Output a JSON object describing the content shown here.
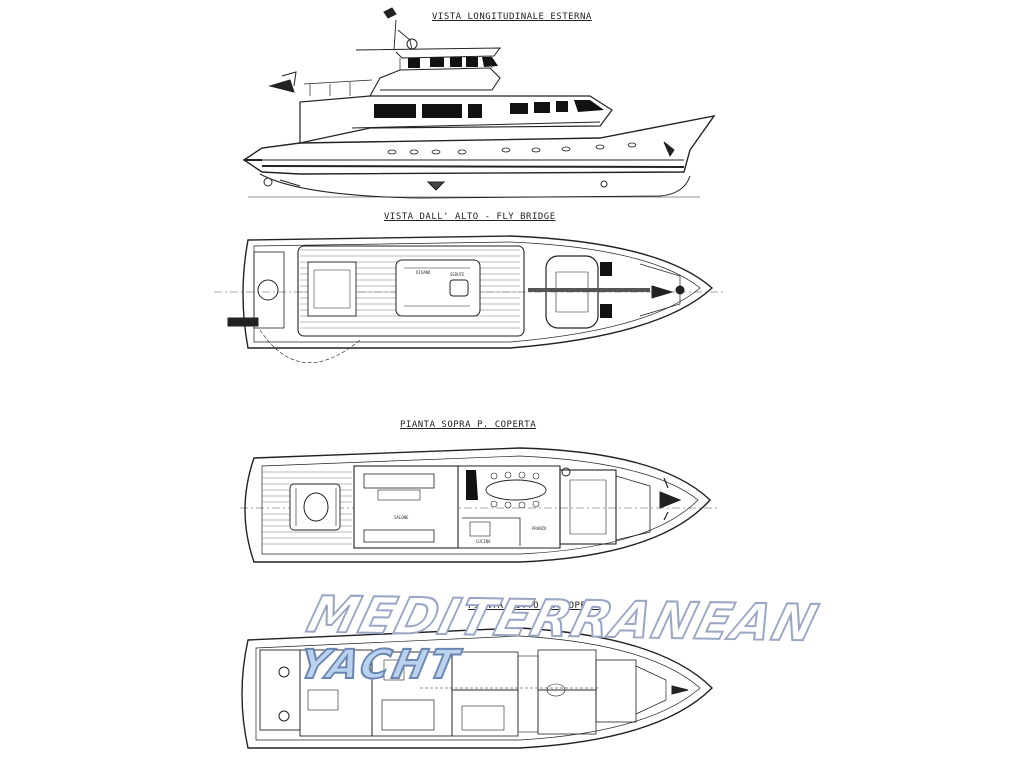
{
  "titles": {
    "profile": "VISTA LONGITUDINALE ESTERNA",
    "flybridge": "VISTA DALL' ALTO - FLY BRIDGE",
    "main_deck": "PIANTA SOPRA P. COPERTA",
    "lower_deck": "PIANTA SOTTO P. COPERTA"
  },
  "room_labels": {
    "saloon": "SALONE",
    "dining": "PRANZO",
    "galley": "CUCINA"
  },
  "watermark": {
    "line1": "MEDITERRANEAN",
    "line2": "YACHT"
  },
  "colors": {
    "line": "#222222",
    "watermark_fill": "#b9d2ee",
    "watermark_stroke": "#6c86b3"
  }
}
